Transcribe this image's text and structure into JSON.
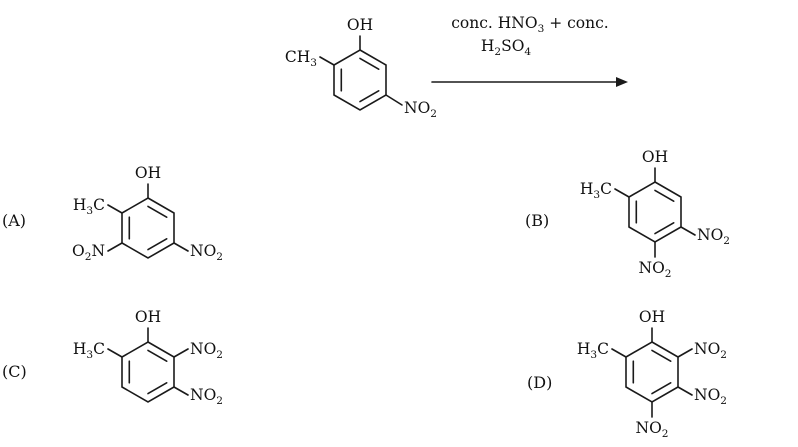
{
  "page": {
    "background": "#ffffff",
    "ink": "#1a1a1a"
  },
  "reaction": {
    "conditions_line1": "conc. HNO3 + conc.",
    "conditions_line2": "H2SO4",
    "reactant": {
      "top": "OH",
      "upper_left": "CH3",
      "lower_right": "NO2"
    }
  },
  "options": {
    "a": {
      "letter": "(A)",
      "top": "OH",
      "upper_left": "H3C",
      "lower_left": "O2N",
      "lower_right": "NO2"
    },
    "b": {
      "letter": "(B)",
      "top": "OH",
      "upper_left": "H3C",
      "lower_right": "NO2",
      "bottom": "NO2"
    },
    "c": {
      "letter": "(C)",
      "top": "OH",
      "upper_left": "H3C",
      "upper_right": "NO2",
      "lower_right": "NO2"
    },
    "d": {
      "letter": "(D)",
      "top": "OH",
      "upper_left": "H3C",
      "upper_right": "NO2",
      "lower_right": "NO2",
      "bottom": "NO2"
    }
  }
}
